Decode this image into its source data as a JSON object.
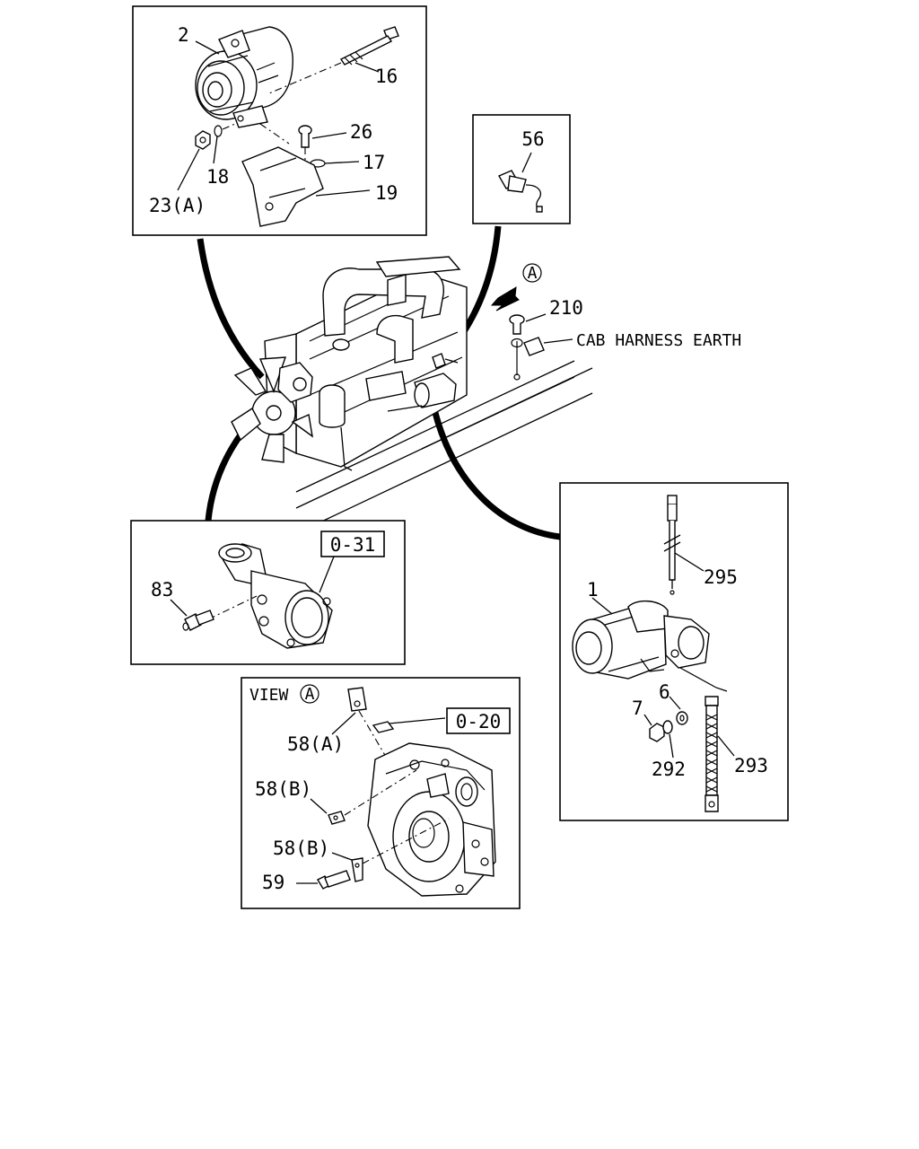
{
  "callouts": {
    "alternator": "2",
    "bolt_16": "16",
    "bolt_26": "26",
    "washer_17": "17",
    "bracket_19": "19",
    "washer_18": "18",
    "nut_23a": "23(A)",
    "switch_56": "56",
    "view_marker": "A",
    "bolt_210": "210",
    "cab_harness_earth": "CAB HARNESS EARTH",
    "sensor_83": "83",
    "ref_0_31": "0-31",
    "starter_1": "1",
    "cable_295": "295",
    "washer_6": "6",
    "nut_7": "7",
    "washer_292": "292",
    "strap_293": "293",
    "view_a_label": "VIEW",
    "view_a_marker": "A",
    "clip_58a": "58(A)",
    "ref_0_20": "0-20",
    "clip_58b_1": "58(B)",
    "clip_58b_2": "58(B)",
    "bolt_59": "59"
  }
}
